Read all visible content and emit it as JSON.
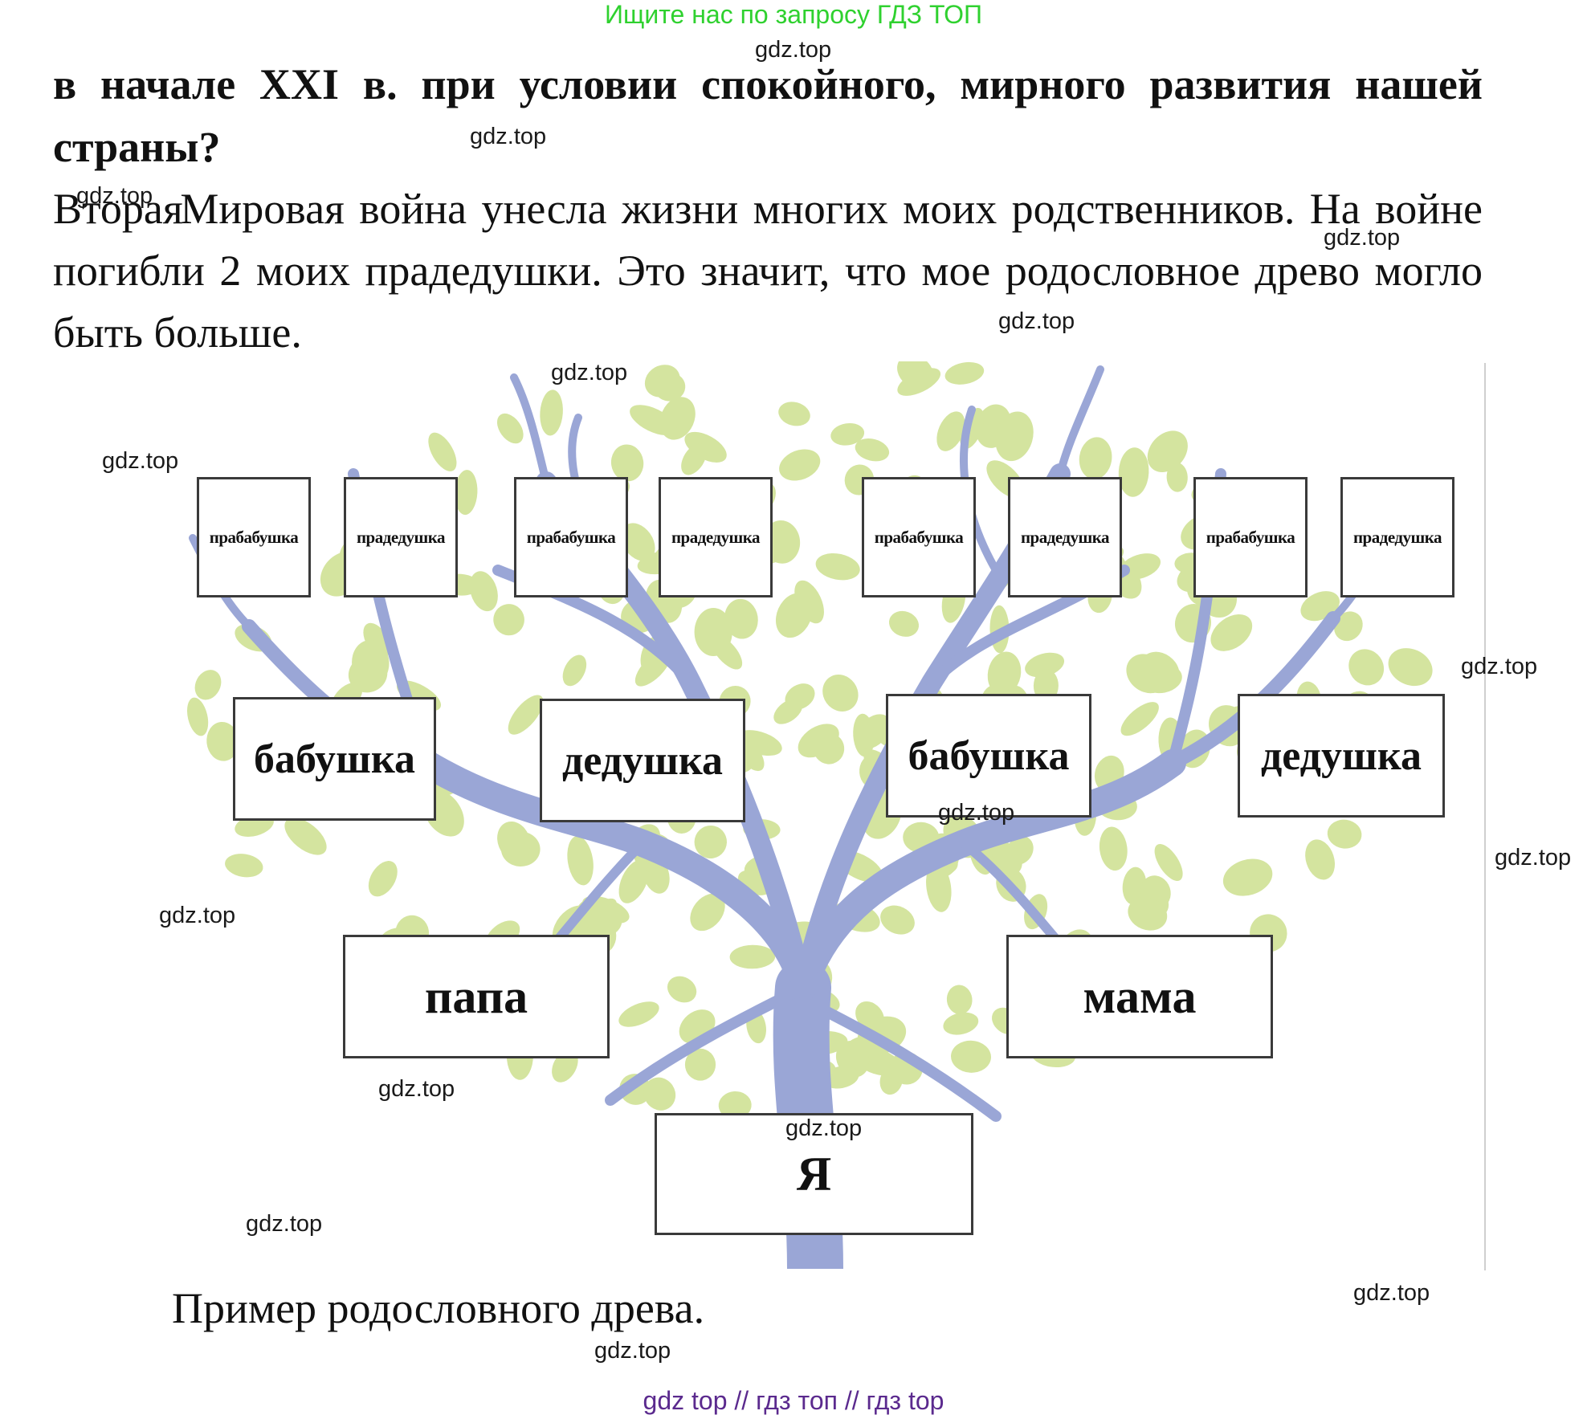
{
  "top_ad": "Ищите нас по запросу ГДЗ ТОП",
  "watermark": "gdz.top",
  "question": "в начале XXI в. при условии спокойного, мирного развития нашей страны?",
  "answer": {
    "first_word": "Вторая",
    "rest": "Мировая война унесла жизни многих моих родственников. На войне погибли 2 моих прадедушки. Это значит, что мое родословное древо могло быть больше."
  },
  "tree": {
    "great_grandparents": [
      "прабабушка",
      "прадедушка",
      "прабабушка",
      "прадедушка",
      "прабабушка",
      "прадедушка",
      "прабабушка",
      "прадедушка"
    ],
    "grandparents": [
      "бабушка",
      "дедушка",
      "бабушка",
      "дедушка"
    ],
    "parents": [
      "папа",
      "мама"
    ],
    "me": "Я",
    "colors": {
      "trunk": "#9aa6d6",
      "leaves": "#d2e39a"
    }
  },
  "caption": "Пример родословного древа.",
  "footer": "gdz top  //  гдз топ  //  гдз top"
}
